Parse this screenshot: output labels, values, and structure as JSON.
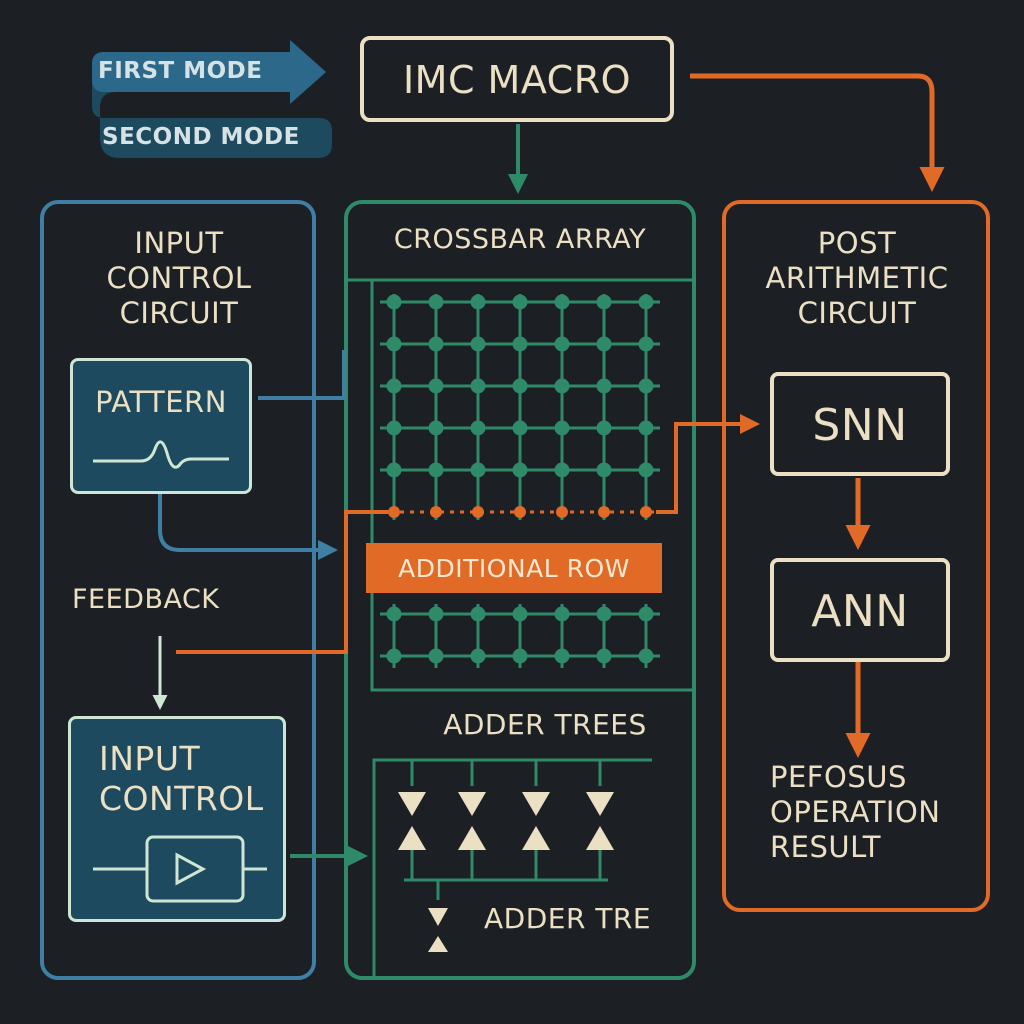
{
  "colors": {
    "background": "#1c2025",
    "blue": "#3f7fa3",
    "blue_fill": "#1d4a5f",
    "teal": "#2f8a6a",
    "orange": "#e06a26",
    "cream": "#ece0c4",
    "mint": "#cfe6d4"
  },
  "modes": {
    "first": "FIRST MODE",
    "second": "SECOND MODE"
  },
  "imc_macro": {
    "title": "IMC MACRO"
  },
  "input_control_circuit": {
    "title_lines": [
      "INPUT",
      "CONTROL",
      "CIRCUIT"
    ],
    "pattern_label": "PATTERN",
    "feedback_label": "FEEDBACK",
    "input_control_lines": [
      "INPUT",
      "CONTROL"
    ]
  },
  "crossbar": {
    "title": "CROSSBAR ARRAY",
    "additional_row_label": "ADDITIONAL ROW"
  },
  "adder": {
    "title": "ADDER TREES",
    "bottom_label": "ADDER TRE"
  },
  "post_arithmetic": {
    "title_lines": [
      "POST",
      "ARITHMETIC",
      "CIRCUIT"
    ],
    "snn_label": "SNN",
    "ann_label": "ANN",
    "result_lines": [
      "PEFOSUS",
      "OPERATION",
      "RESULT"
    ]
  }
}
